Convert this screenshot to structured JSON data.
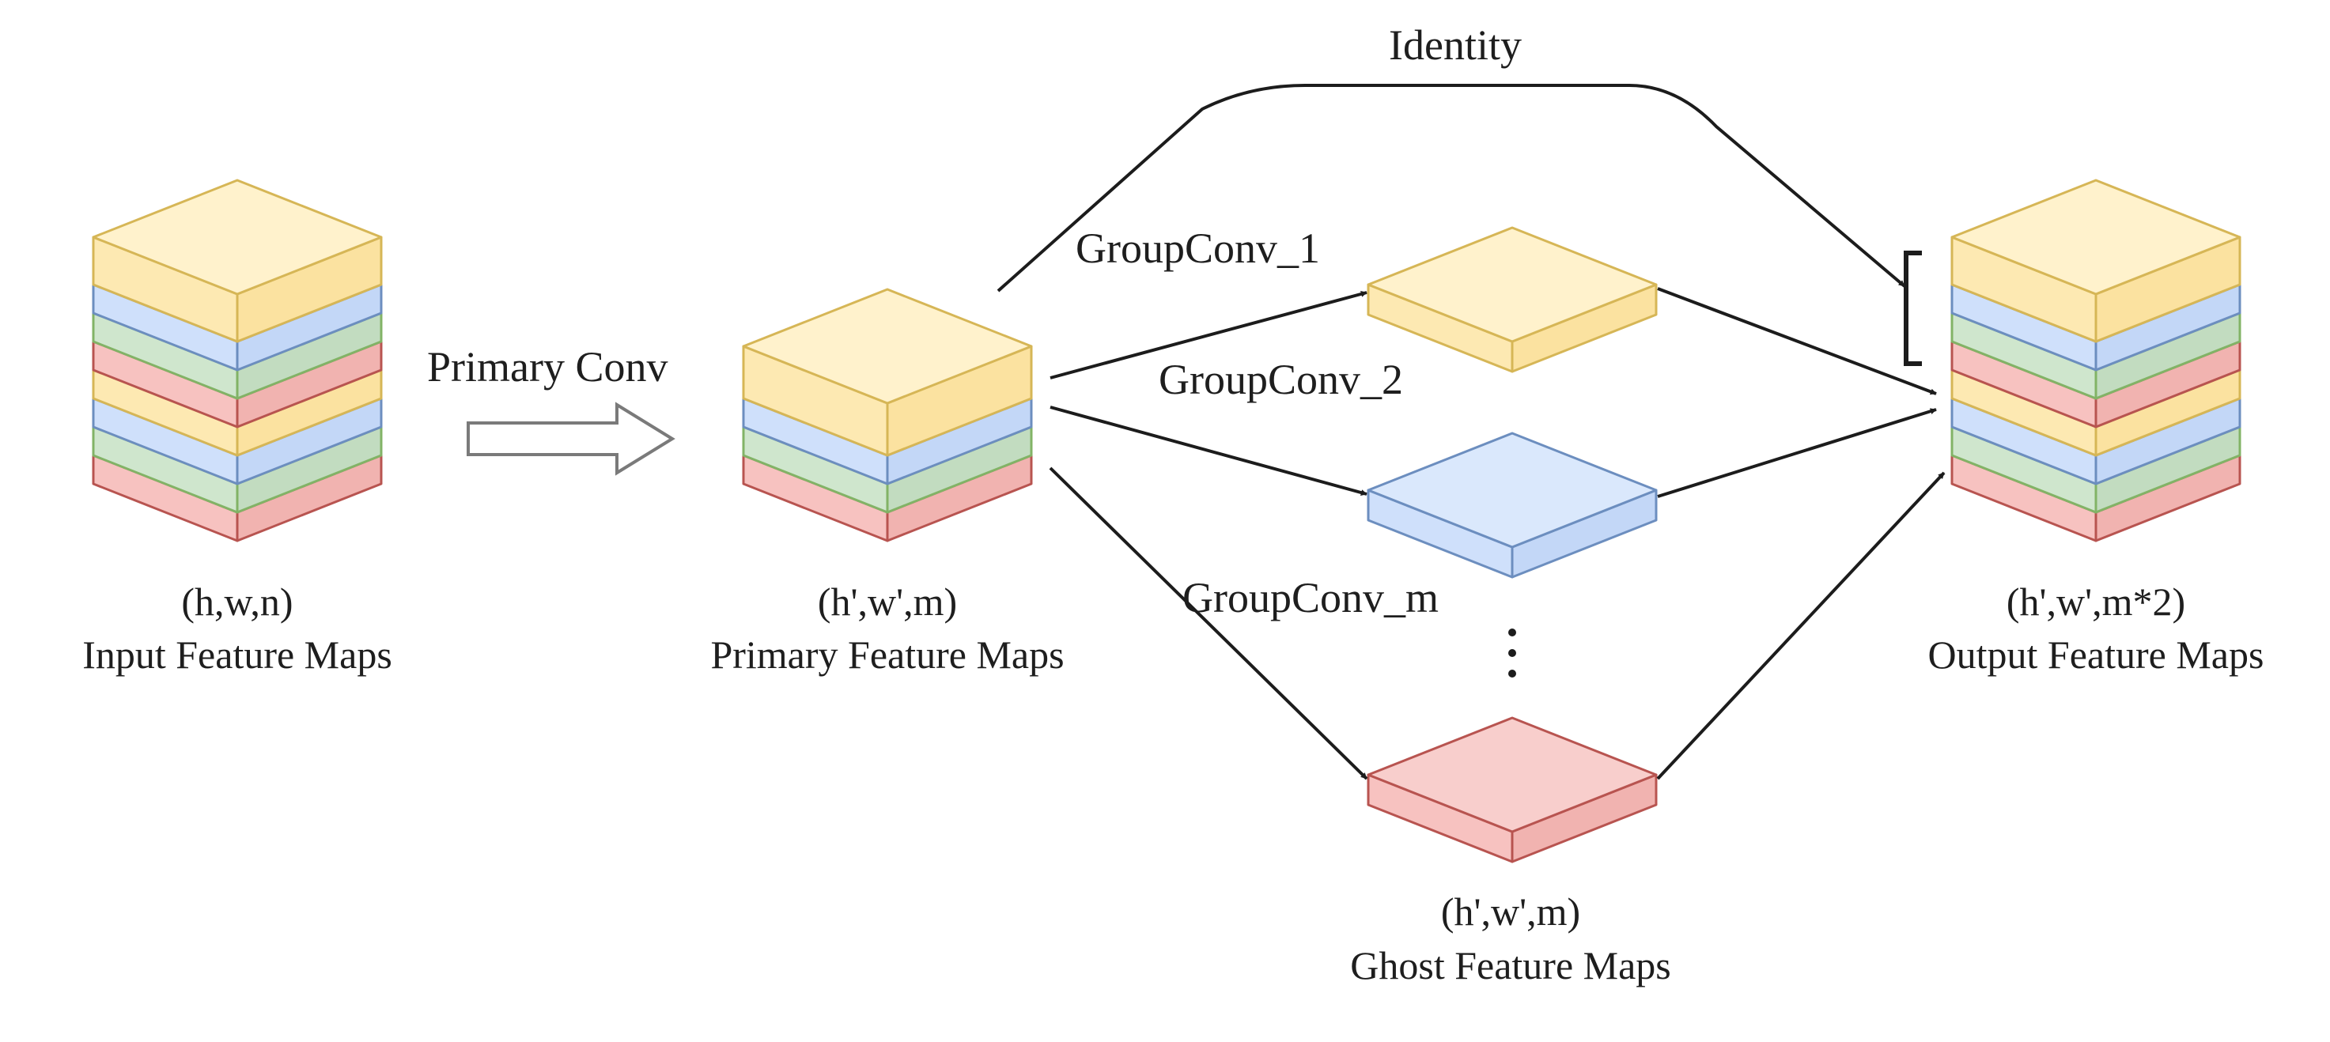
{
  "palette": {
    "yellow": {
      "top": "#fff2cc",
      "left": "#fde9b2",
      "right": "#fbe2a0",
      "stroke": "#d6b656"
    },
    "blue": {
      "top": "#dae8fc",
      "left": "#cfe0fb",
      "right": "#c3d7f7",
      "stroke": "#6c8ebf"
    },
    "green": {
      "top": "#d5e8d4",
      "left": "#cfe6cd",
      "right": "#c2dcc0",
      "stroke": "#82b366"
    },
    "red": {
      "top": "#f8cecc",
      "left": "#f7c2c0",
      "right": "#f1b3b0",
      "stroke": "#b85450"
    }
  },
  "stacks": {
    "input": {
      "layers": [
        "red",
        "green",
        "blue",
        "yellow",
        "red",
        "green",
        "blue",
        "yellow"
      ],
      "shape": "(h,w,n)",
      "name": "Input Feature Maps"
    },
    "primary": {
      "layers": [
        "red",
        "green",
        "blue",
        "yellow"
      ],
      "shape": "(h',w',m)",
      "name": "Primary Feature Maps"
    },
    "output": {
      "layers": [
        "red",
        "green",
        "blue",
        "yellow",
        "red",
        "green",
        "blue",
        "yellow"
      ],
      "shape": "(h',w',m*2)",
      "name": "Output Feature Maps"
    }
  },
  "ghost": {
    "maps": [
      {
        "color": "yellow",
        "op_label": "GroupConv_1"
      },
      {
        "color": "blue",
        "op_label": "GroupConv_2"
      },
      {
        "color": "red",
        "op_label": "GroupConv_m"
      }
    ],
    "shape": "(h',w',m)",
    "name": "Ghost Feature Maps"
  },
  "edges": {
    "primary_conv_label": "Primary Conv",
    "identity_label": "Identity"
  }
}
